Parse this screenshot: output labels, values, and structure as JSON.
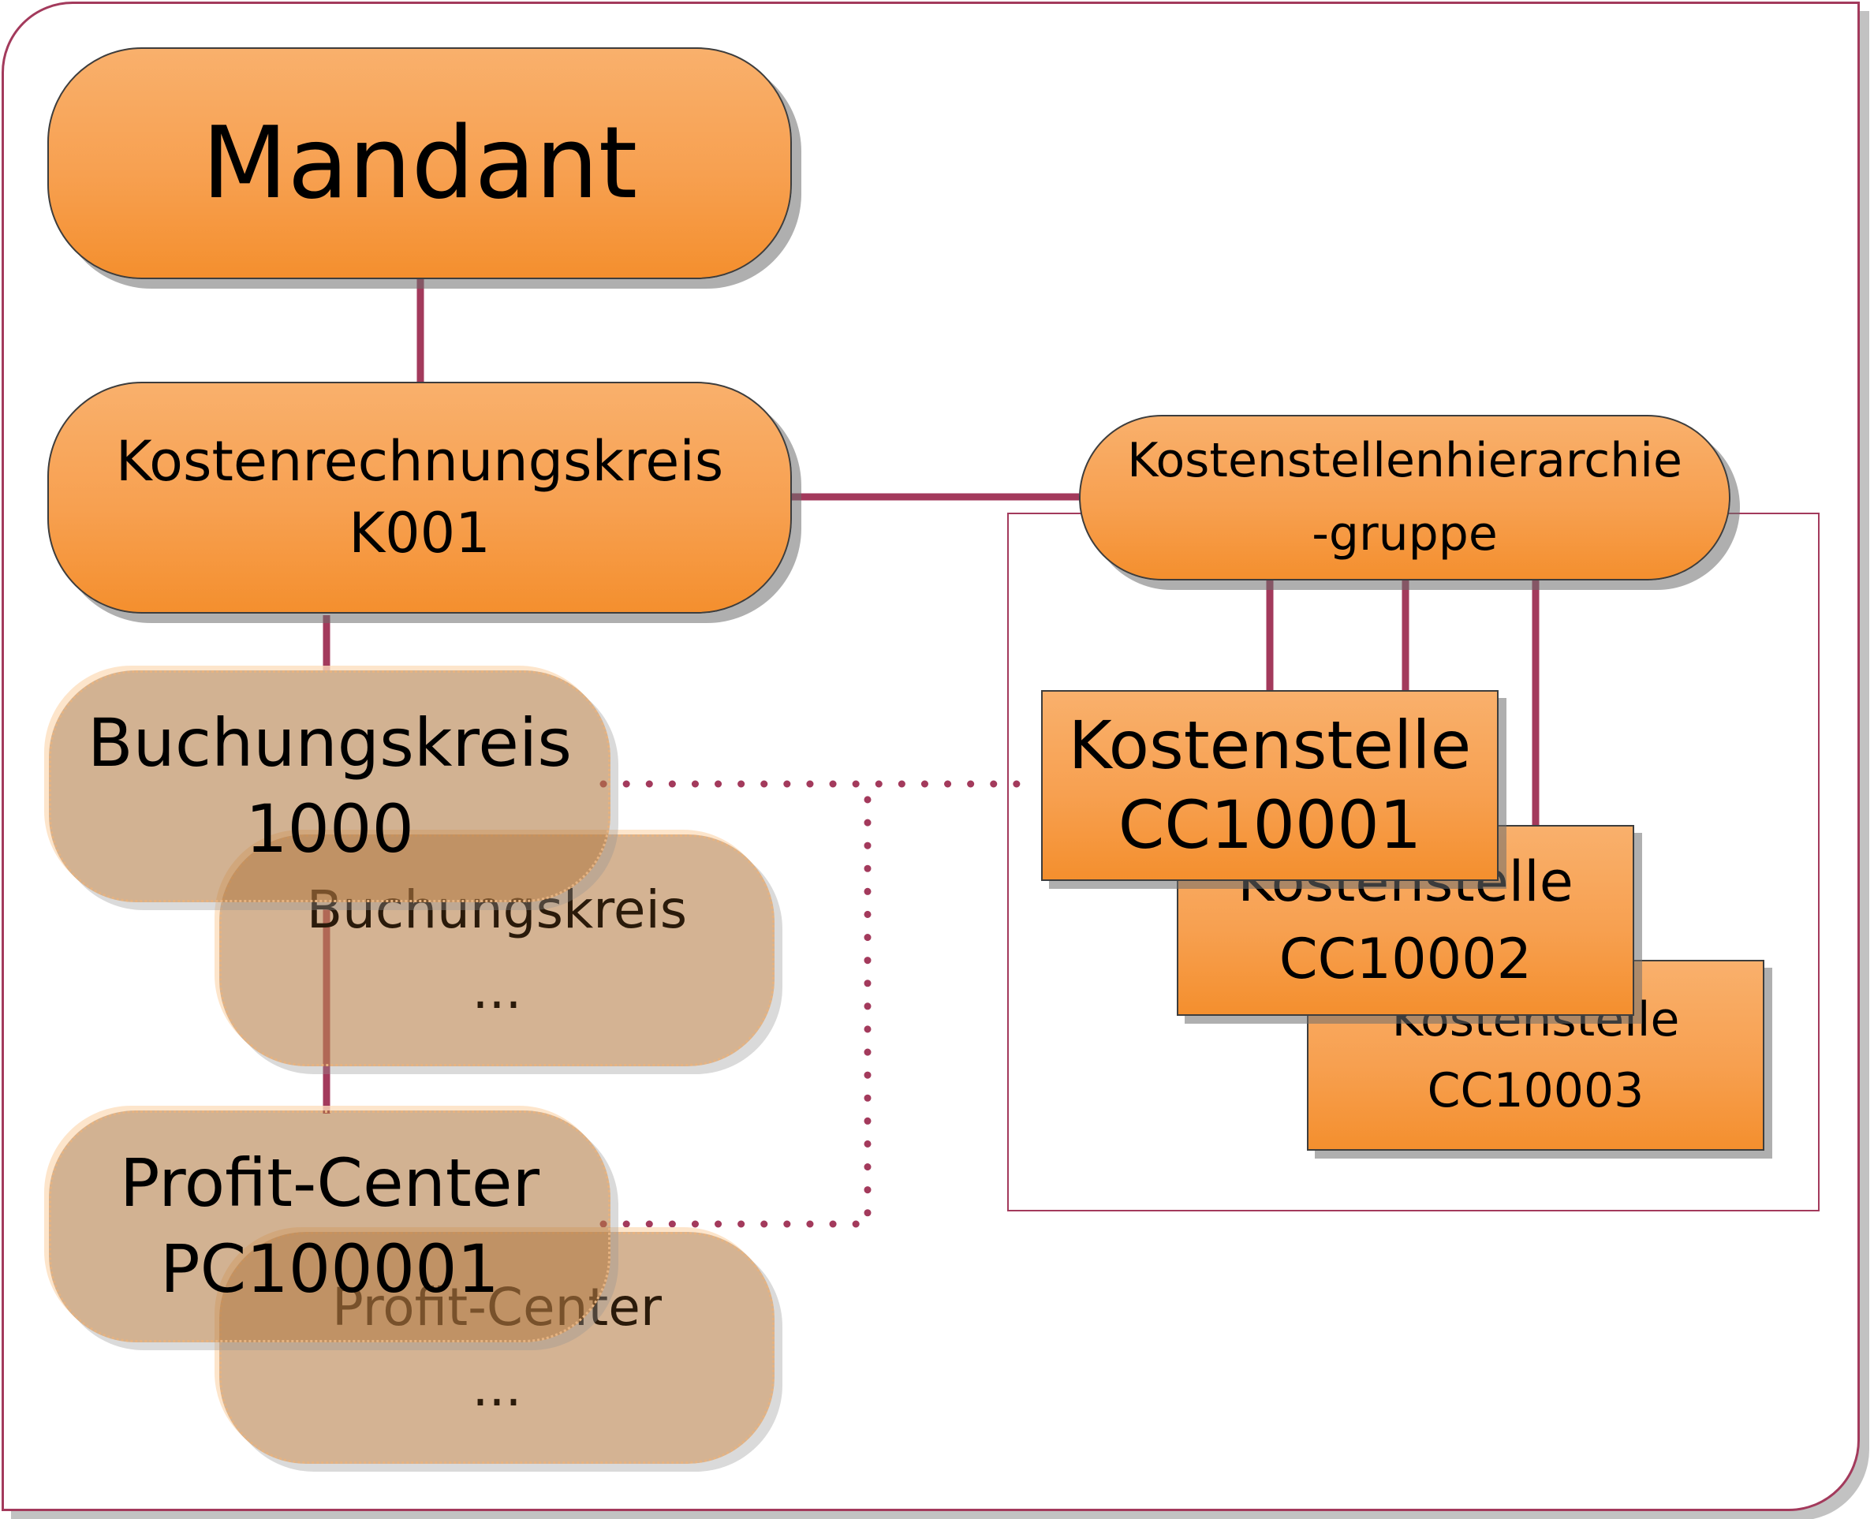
{
  "mandant": {
    "label": "Mandant"
  },
  "kostenrechnungskreis": {
    "line1": "Kostenrechnungskreis",
    "line2": "K001"
  },
  "hierarchiegruppe": {
    "line1": "Kostenstellenhierarchie",
    "line2": "-gruppe"
  },
  "buchungskreis_main": {
    "line1": "Buchungskreis",
    "line2": "1000"
  },
  "buchungskreis_back": {
    "line1": "Buchungskreis",
    "line2": "..."
  },
  "profitcenter_main": {
    "line1": "Profit-Center",
    "line2": "PC100001"
  },
  "profitcenter_back": {
    "line1": "Profit-Center",
    "line2": "..."
  },
  "kostenstellen": [
    {
      "line1": "Kostenstelle",
      "line2": "CC10001"
    },
    {
      "line1": "Kostenstelle",
      "line2": "CC10002"
    },
    {
      "line1": "Kostenstelle",
      "line2": "CC10003"
    }
  ],
  "colors": {
    "accent_line": "#a33a5c",
    "node_fill": "#f7a050",
    "ghost_fill": "#c9a07a"
  }
}
